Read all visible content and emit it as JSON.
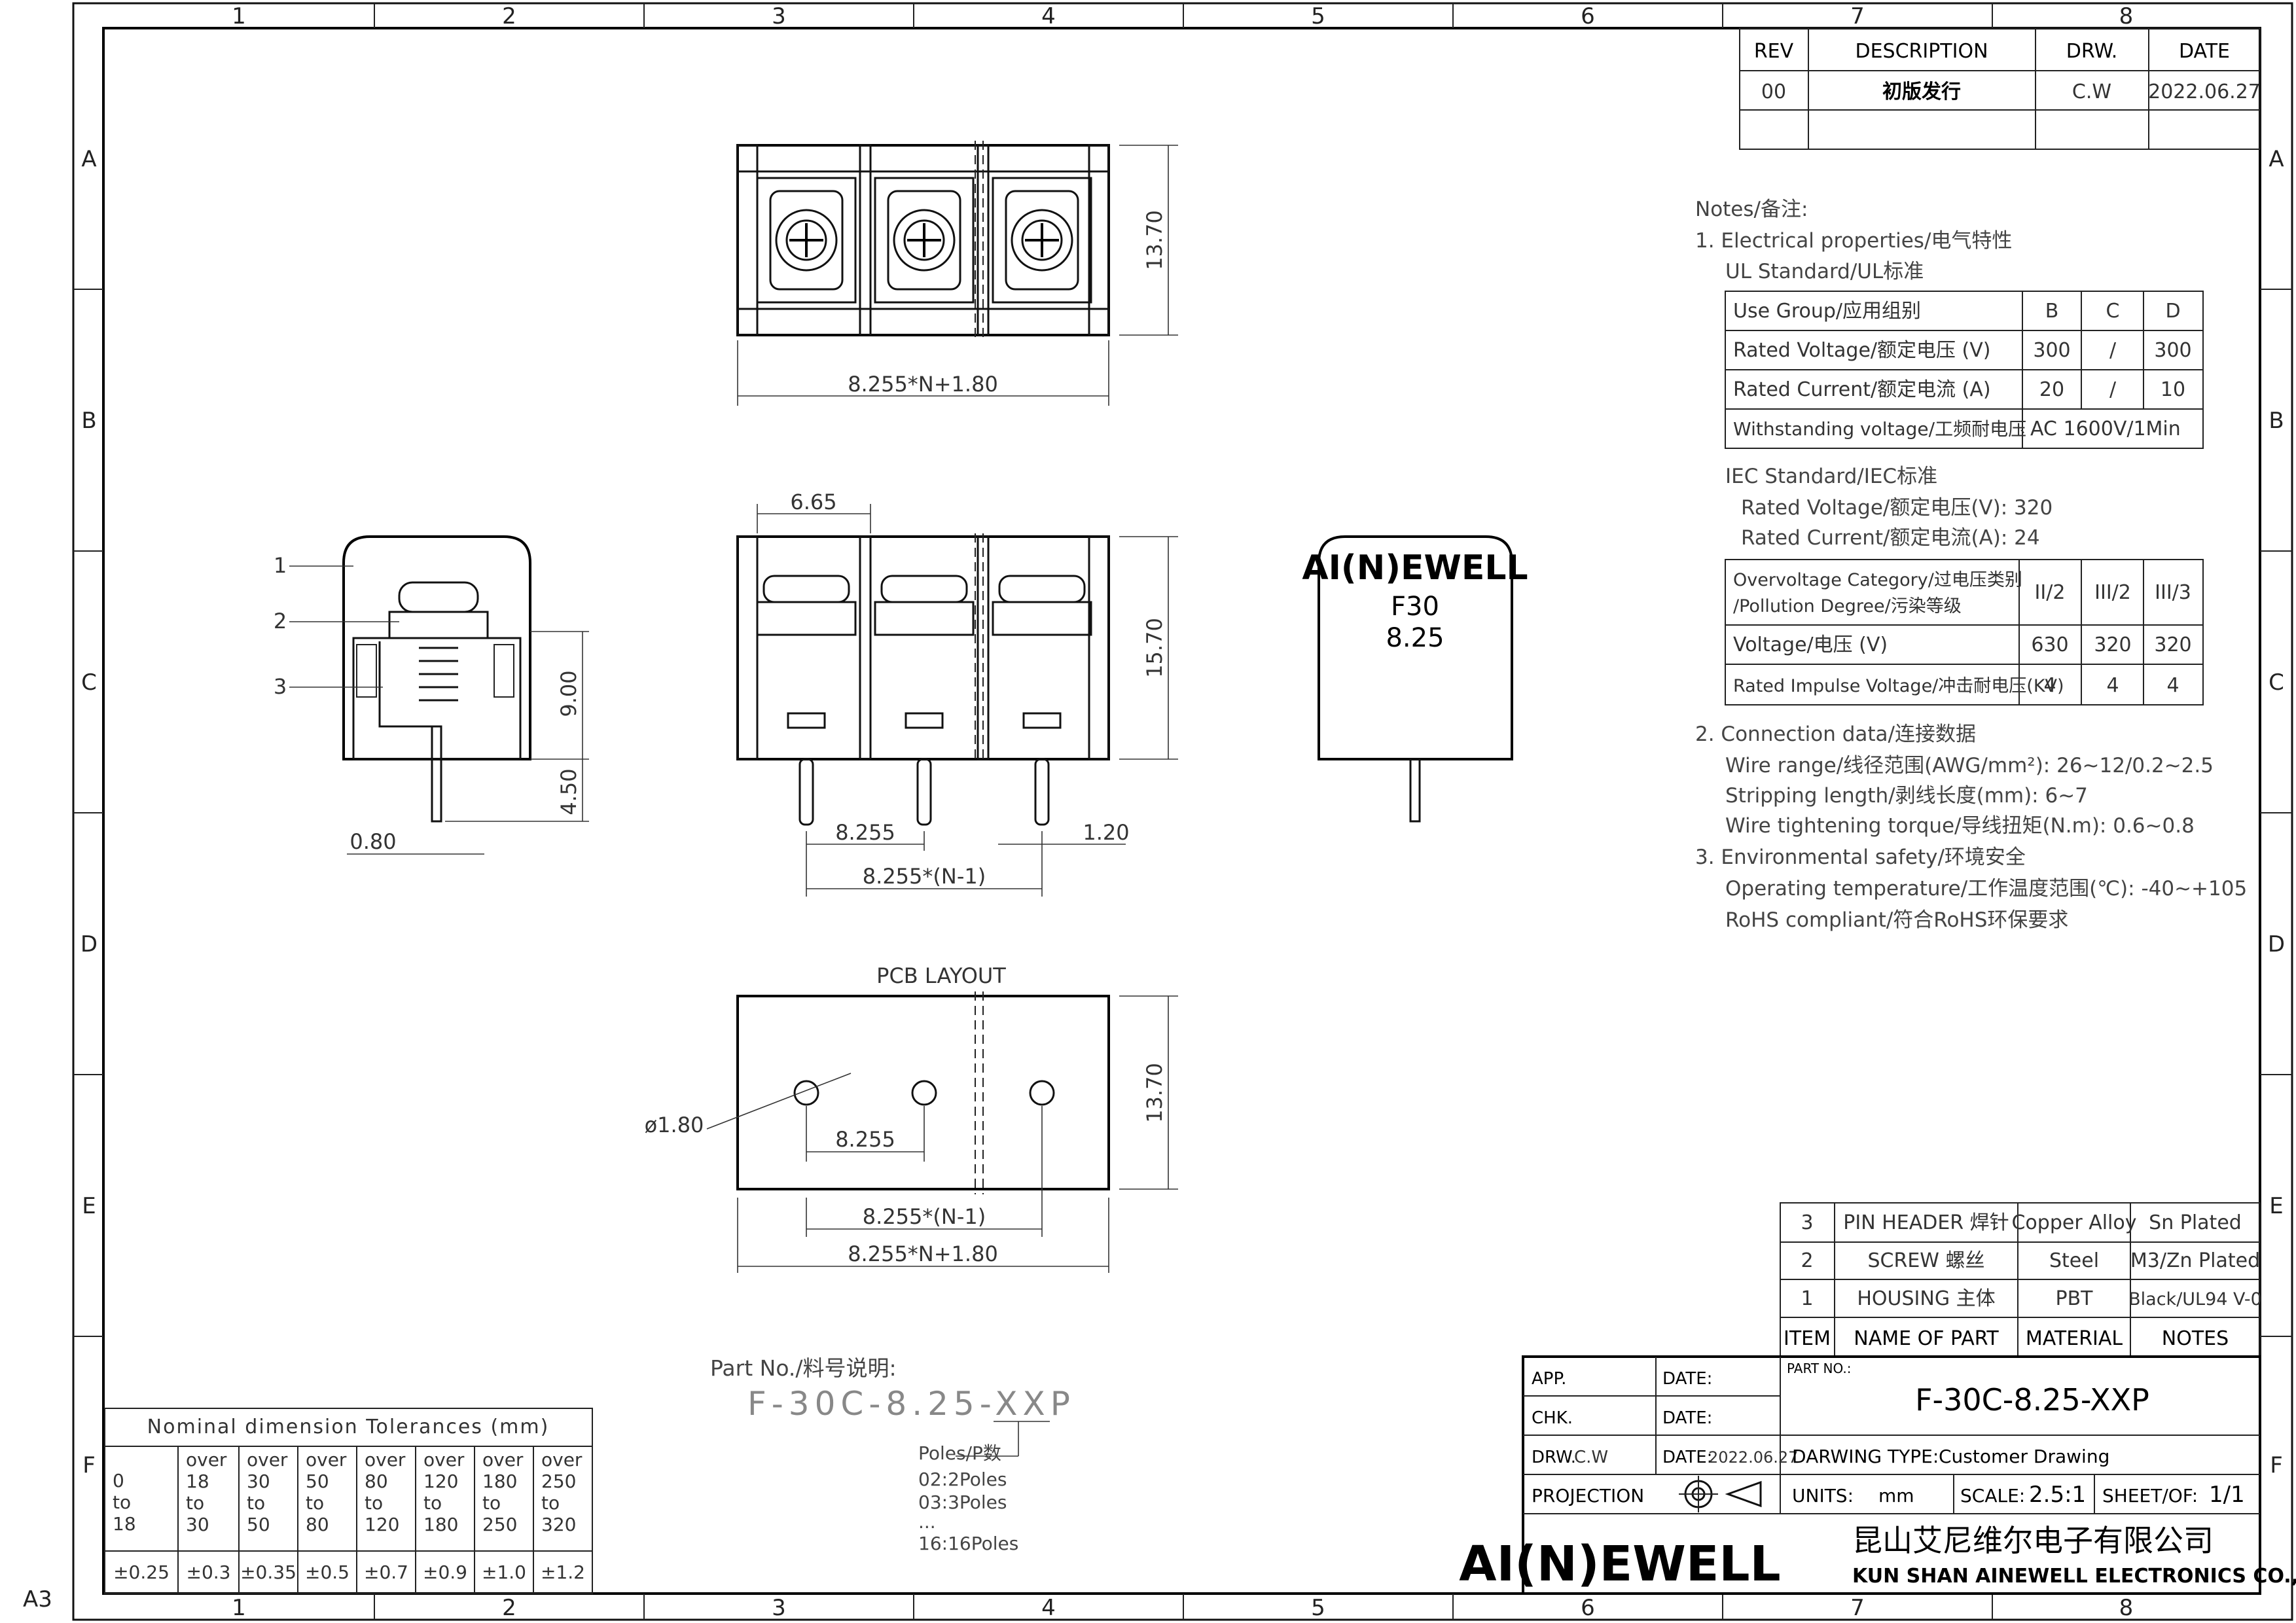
{
  "sheet": {
    "size": "A3",
    "cols": [
      "1",
      "2",
      "3",
      "4",
      "5",
      "6",
      "7",
      "8"
    ],
    "rows": [
      "A",
      "B",
      "C",
      "D",
      "E",
      "F"
    ]
  },
  "revision": {
    "headers": [
      "REV",
      "DESCRIPTION",
      "DRW.",
      "DATE"
    ],
    "rows": [
      [
        "00",
        "初版发行",
        "C.W",
        "2022.06.27"
      ]
    ]
  },
  "dims": {
    "top_width": "8.255*N+1.80",
    "top_height": "13.70",
    "front_offset": "6.65",
    "front_height": "15.70",
    "pitch": "8.255",
    "pin_span": "8.255*(N-1)",
    "pin_w": "1.20",
    "side_h": "9.00",
    "side_pin": "4.50",
    "side_pin_w": "0.80",
    "pcb_hole": "ø1.80",
    "pcb_pitch": "8.255",
    "pcb_span": "8.255*(N-1)",
    "pcb_width": "8.255*N+1.80",
    "pcb_height": "13.70",
    "pcb_title": "PCB LAYOUT"
  },
  "callouts": [
    "1",
    "2",
    "3"
  ],
  "marking": {
    "brand": "AI(N)EWELL",
    "model": "F30",
    "pitch": "8.25"
  },
  "notes": {
    "title": "Notes/备注:",
    "elec": "1. Electrical properties/电气特性",
    "ul": "UL Standard/UL标准",
    "ul_table": [
      [
        "Use Group/应用组别",
        "B",
        "C",
        "D"
      ],
      [
        "Rated Voltage/额定电压 (V)",
        "300",
        "/",
        "300"
      ],
      [
        "Rated Current/额定电流 (A)",
        "20",
        "/",
        "10"
      ],
      [
        "Withstanding voltage/工频耐电压",
        "AC 1600V/1Min"
      ]
    ],
    "iec": "IEC Standard/IEC标准",
    "iec_v": "Rated Voltage/额定电压(V): 320",
    "iec_a": "Rated Current/额定电流(A): 24",
    "iec_table": [
      [
        "Overvoltage Category/过电压类别",
        "/Pollution Degree/污染等级",
        "II/2",
        "III/2",
        "III/3"
      ],
      [
        "Voltage/电压 (V)",
        "630",
        "320",
        "320"
      ],
      [
        "Rated Impulse Voltage/冲击耐电压(KV)",
        "4",
        "4",
        "4"
      ]
    ],
    "conn": "2. Connection data/连接数据",
    "wire": "Wire range/线径范围(AWG/mm²): 26~12/0.2~2.5",
    "strip": "Stripping length/剥线长度(mm): 6~7",
    "torque": "Wire tightening torque/导线扭矩(N.m): 0.6~0.8",
    "env": "3. Environmental safety/环境安全",
    "temp": "Operating temperature/工作温度范围(℃): -40~+105",
    "rohs": "RoHS compliant/符合RoHS环保要求"
  },
  "part_no": {
    "label": "Part No./料号说明:",
    "code": "F-30C-8.25-XXP",
    "poles_label": "Poles/P数",
    "poles": [
      "02:2Poles",
      "03:3Poles",
      "...",
      "16:16Poles"
    ]
  },
  "tolerance": {
    "title": "Nominal dimension Tolerances (mm)",
    "ranges": [
      [
        "0",
        "to",
        "18"
      ],
      [
        "over",
        "18",
        "to",
        "30"
      ],
      [
        "over",
        "30",
        "to",
        "50"
      ],
      [
        "over",
        "50",
        "to",
        "80"
      ],
      [
        "over",
        "80",
        "to",
        "120"
      ],
      [
        "over",
        "120",
        "to",
        "180"
      ],
      [
        "over",
        "180",
        "to",
        "250"
      ],
      [
        "over",
        "250",
        "to",
        "320"
      ]
    ],
    "values": [
      "±0.25",
      "±0.3",
      "±0.35",
      "±0.5",
      "±0.7",
      "±0.9",
      "±1.0",
      "±1.2"
    ]
  },
  "bom": {
    "rows": [
      [
        "3",
        "PIN HEADER 焊针",
        "Copper Alloy",
        "Sn Plated"
      ],
      [
        "2",
        "SCREW 螺丝",
        "Steel",
        "M3/Zn Plated"
      ],
      [
        "1",
        "HOUSING 主体",
        "PBT",
        "Black/UL94 V-0"
      ]
    ],
    "headers": [
      "ITEM",
      "NAME OF PART",
      "MATERIAL",
      "NOTES"
    ]
  },
  "title_block": {
    "app": "APP.",
    "chk": "CHK.",
    "drw": "DRW.",
    "drw_val": "C.W",
    "date": "DATE:",
    "date_val": "2022.06.27",
    "part_no_label": "PART NO.:",
    "part_no": "F-30C-8.25-XXP",
    "drawing_type_label": "DARWING TYPE:",
    "drawing_type": "Customer Drawing",
    "projection": "PROJECTION",
    "units_label": "UNITS:",
    "units": "mm",
    "scale_label": "SCALE:",
    "scale": "2.5:1",
    "sheet_label": "SHEET/OF:",
    "sheet": "1/1",
    "logo": "AI(N)EWELL",
    "company_cn": "昆山艾尼维尔电子有限公司",
    "company_en": "KUN SHAN AINEWELL ELECTRONICS CO.,LTD"
  }
}
